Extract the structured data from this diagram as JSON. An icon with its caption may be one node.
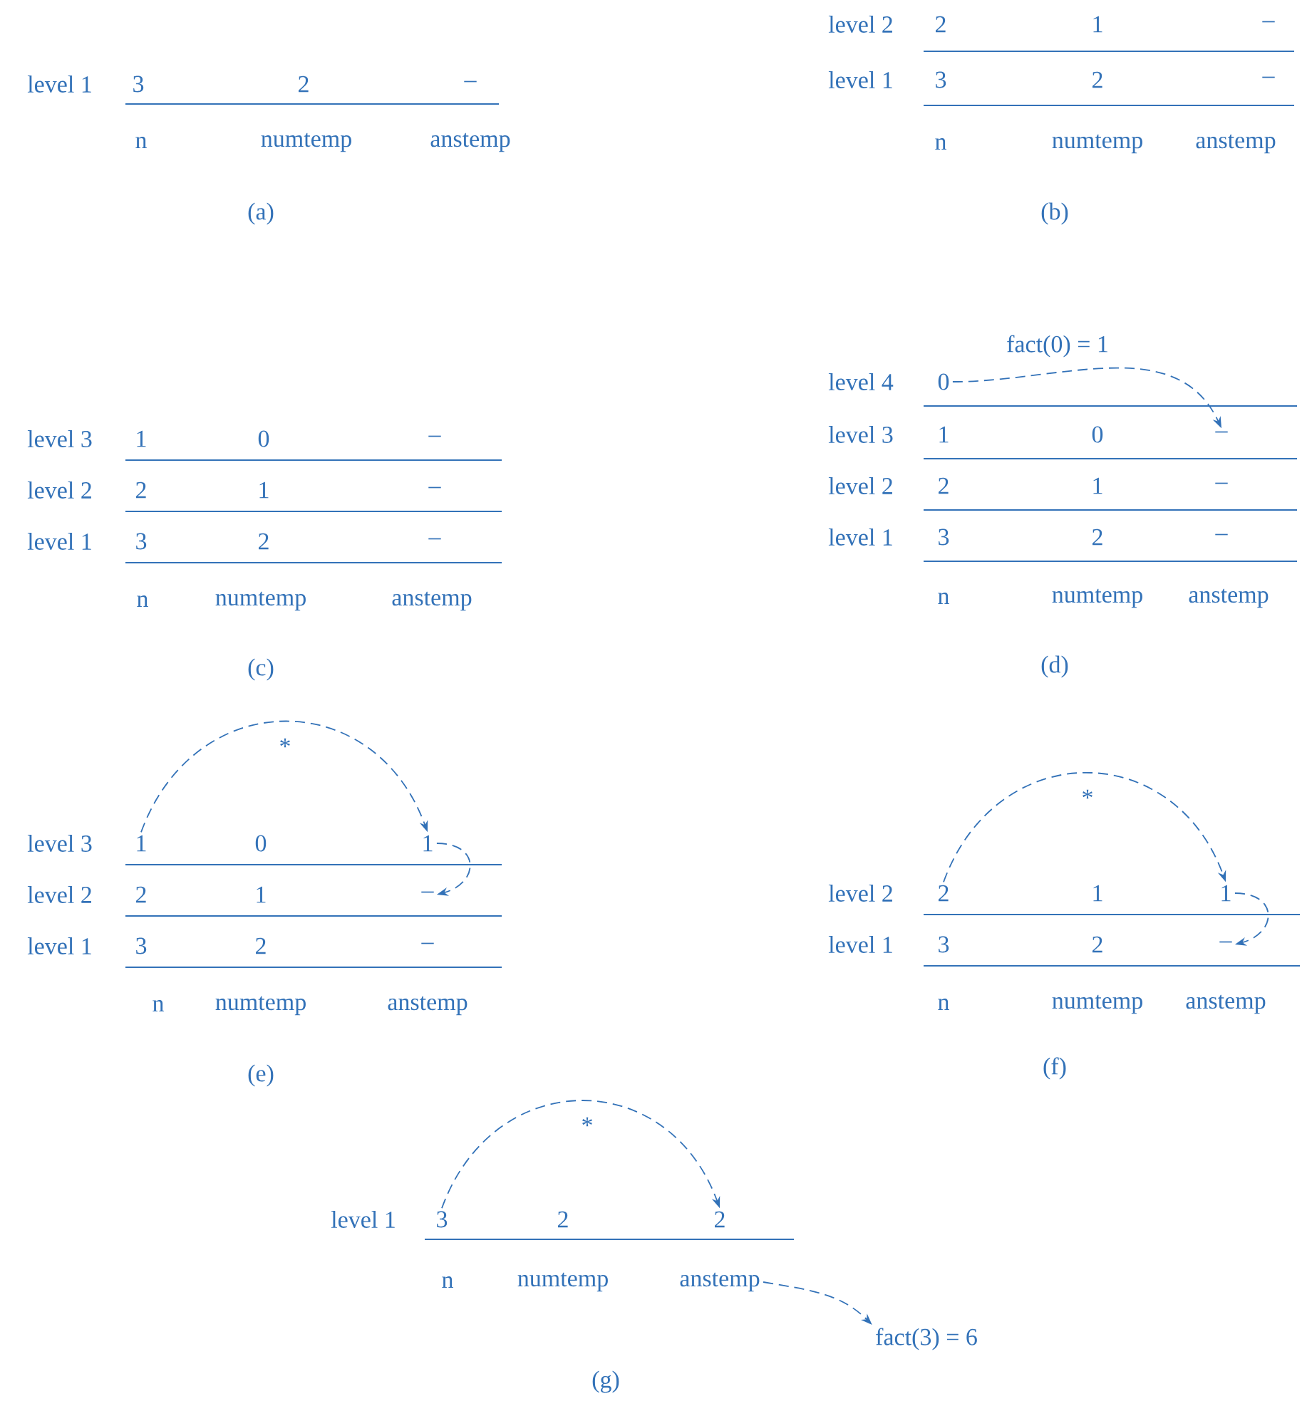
{
  "diagram": {
    "nodes": [
      {
        "text": [
          "0"
        ]
      },
      {
        "text": [
          "–"
        ]
      },
      {
        "text": [
          "1"
        ]
      },
      {
        "text": [
          "1"
        ]
      },
      {
        "text": [
          "–"
        ]
      },
      {
        "text": [
          "2"
        ]
      },
      {
        "text": [
          "1"
        ]
      },
      {
        "text": [
          "–"
        ]
      },
      {
        "text": [
          "3"
        ]
      },
      {
        "text": [
          "2"
        ]
      },
      {
        "text": [
          "anstemp"
        ]
      },
      {
        "text": [
          "fact(3) = 6"
        ]
      }
    ],
    "edges": [
      {
        "from": 0,
        "to": 1,
        "arrow": "to",
        "style": "dashed",
        "label": "fact(0) = 1"
      },
      {
        "from": 2,
        "to": 3,
        "arrow": "to",
        "style": "dashed",
        "label": "*"
      },
      {
        "from": 3,
        "to": 4,
        "arrow": "to",
        "style": "dashed"
      },
      {
        "from": 5,
        "to": 6,
        "arrow": "to",
        "style": "dashed",
        "label": "*"
      },
      {
        "from": 6,
        "to": 7,
        "arrow": "to",
        "style": "dashed"
      },
      {
        "from": 8,
        "to": 9,
        "arrow": "to",
        "style": "dashed",
        "label": "*"
      },
      {
        "from": 10,
        "to": 11,
        "arrow": "to",
        "style": "dashed"
      }
    ],
    "labels": [
      "level 1",
      "3",
      "2",
      "–",
      "n",
      "numtemp",
      "anstemp",
      "(a)",
      "level 2",
      "2",
      "1",
      "–",
      "level 1",
      "3",
      "2",
      "–",
      "n",
      "numtemp",
      "anstemp",
      "(b)",
      "level 3",
      "1",
      "0",
      "–",
      "level 2",
      "2",
      "1",
      "–",
      "level 1",
      "3",
      "2",
      "–",
      "n",
      "numtemp",
      "anstemp",
      "(c)",
      "level 4",
      "level 3",
      "1",
      "0",
      "level 2",
      "2",
      "1",
      "–",
      "level 1",
      "3",
      "2",
      "–",
      "n",
      "numtemp",
      "anstemp",
      "(d)",
      "level 3",
      "0",
      "level 2",
      "2",
      "1",
      "level 1",
      "3",
      "2",
      "–",
      "n",
      "numtemp",
      "anstemp",
      "(e)",
      "level 2",
      "1",
      "level 1",
      "3",
      "2",
      "n",
      "numtemp",
      "anstemp",
      "(f)",
      "level 1",
      "2",
      "n",
      "numtemp",
      "(g)"
    ]
  }
}
